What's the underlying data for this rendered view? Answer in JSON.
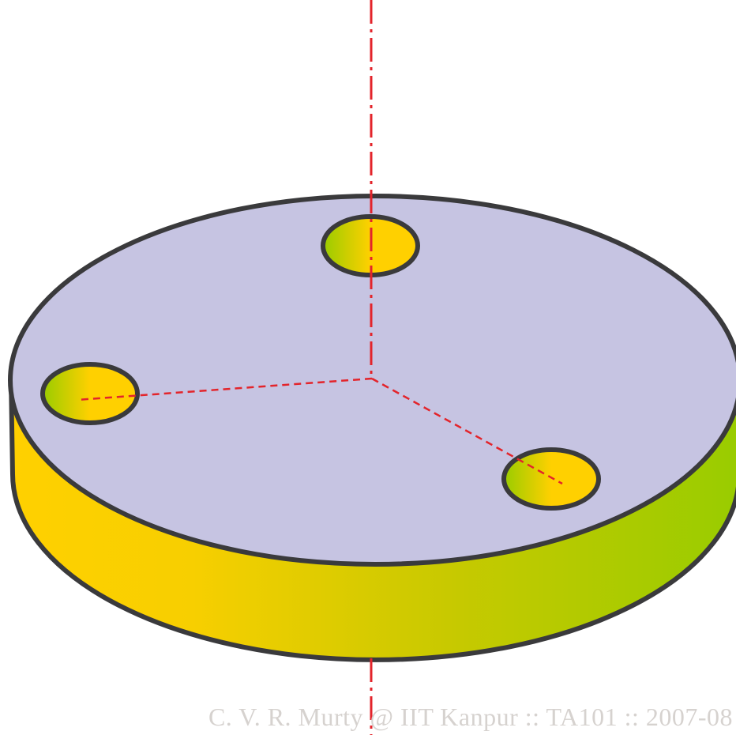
{
  "footer": {
    "credit": "C. V. R. Murty @ IIT Kanpur :: TA101 :: 2007-08"
  },
  "colors": {
    "top_face": "#c6c4e2",
    "outline": "#3a3a3c",
    "side_left": "#ffd000",
    "side_right": "#99cc00",
    "hole_left": "#99cc00",
    "hole_right": "#ffd000",
    "centerline": "#e3242b"
  },
  "diagram": {
    "object": "cylindrical-disc",
    "hole_count": 3
  }
}
